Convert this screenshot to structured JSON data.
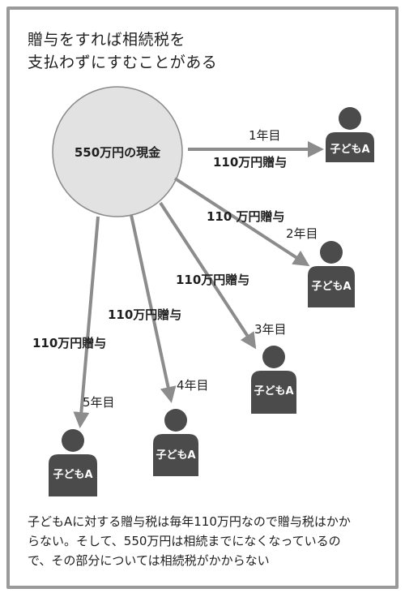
{
  "title": {
    "line1": "贈与をすれば相続税を",
    "line2": "支払わずにすむことがある"
  },
  "source": {
    "label": "550万円の現金"
  },
  "gifts": [
    {
      "year_label": "1年目",
      "gift_label": "110万円贈与",
      "recipient": "子どもA"
    },
    {
      "year_label": "2年目",
      "gift_label": "110 万円贈与",
      "recipient": "子どもA"
    },
    {
      "year_label": "3年目",
      "gift_label": "110万円贈与",
      "recipient": "子どもA"
    },
    {
      "year_label": "4年目",
      "gift_label": "110万円贈与",
      "recipient": "子どもA"
    },
    {
      "year_label": "5年目",
      "gift_label": "110万円贈与",
      "recipient": "子どもA"
    }
  ],
  "caption": {
    "line1": "子どもAに対する贈与税は毎年110万円なので贈与税はかか",
    "line2": "らない。そして、550万円は相続までになくなっているの",
    "line3": "で、その部分については相続税がかからない"
  },
  "colors": {
    "frame": "#9a9a9a",
    "circle_fill": "#e2e2e2",
    "circle_stroke": "#8a8a8a",
    "arrow": "#8c8c8c",
    "person": "#4b4b4b",
    "text": "#1e1e1e",
    "person_text": "#ffffff"
  }
}
